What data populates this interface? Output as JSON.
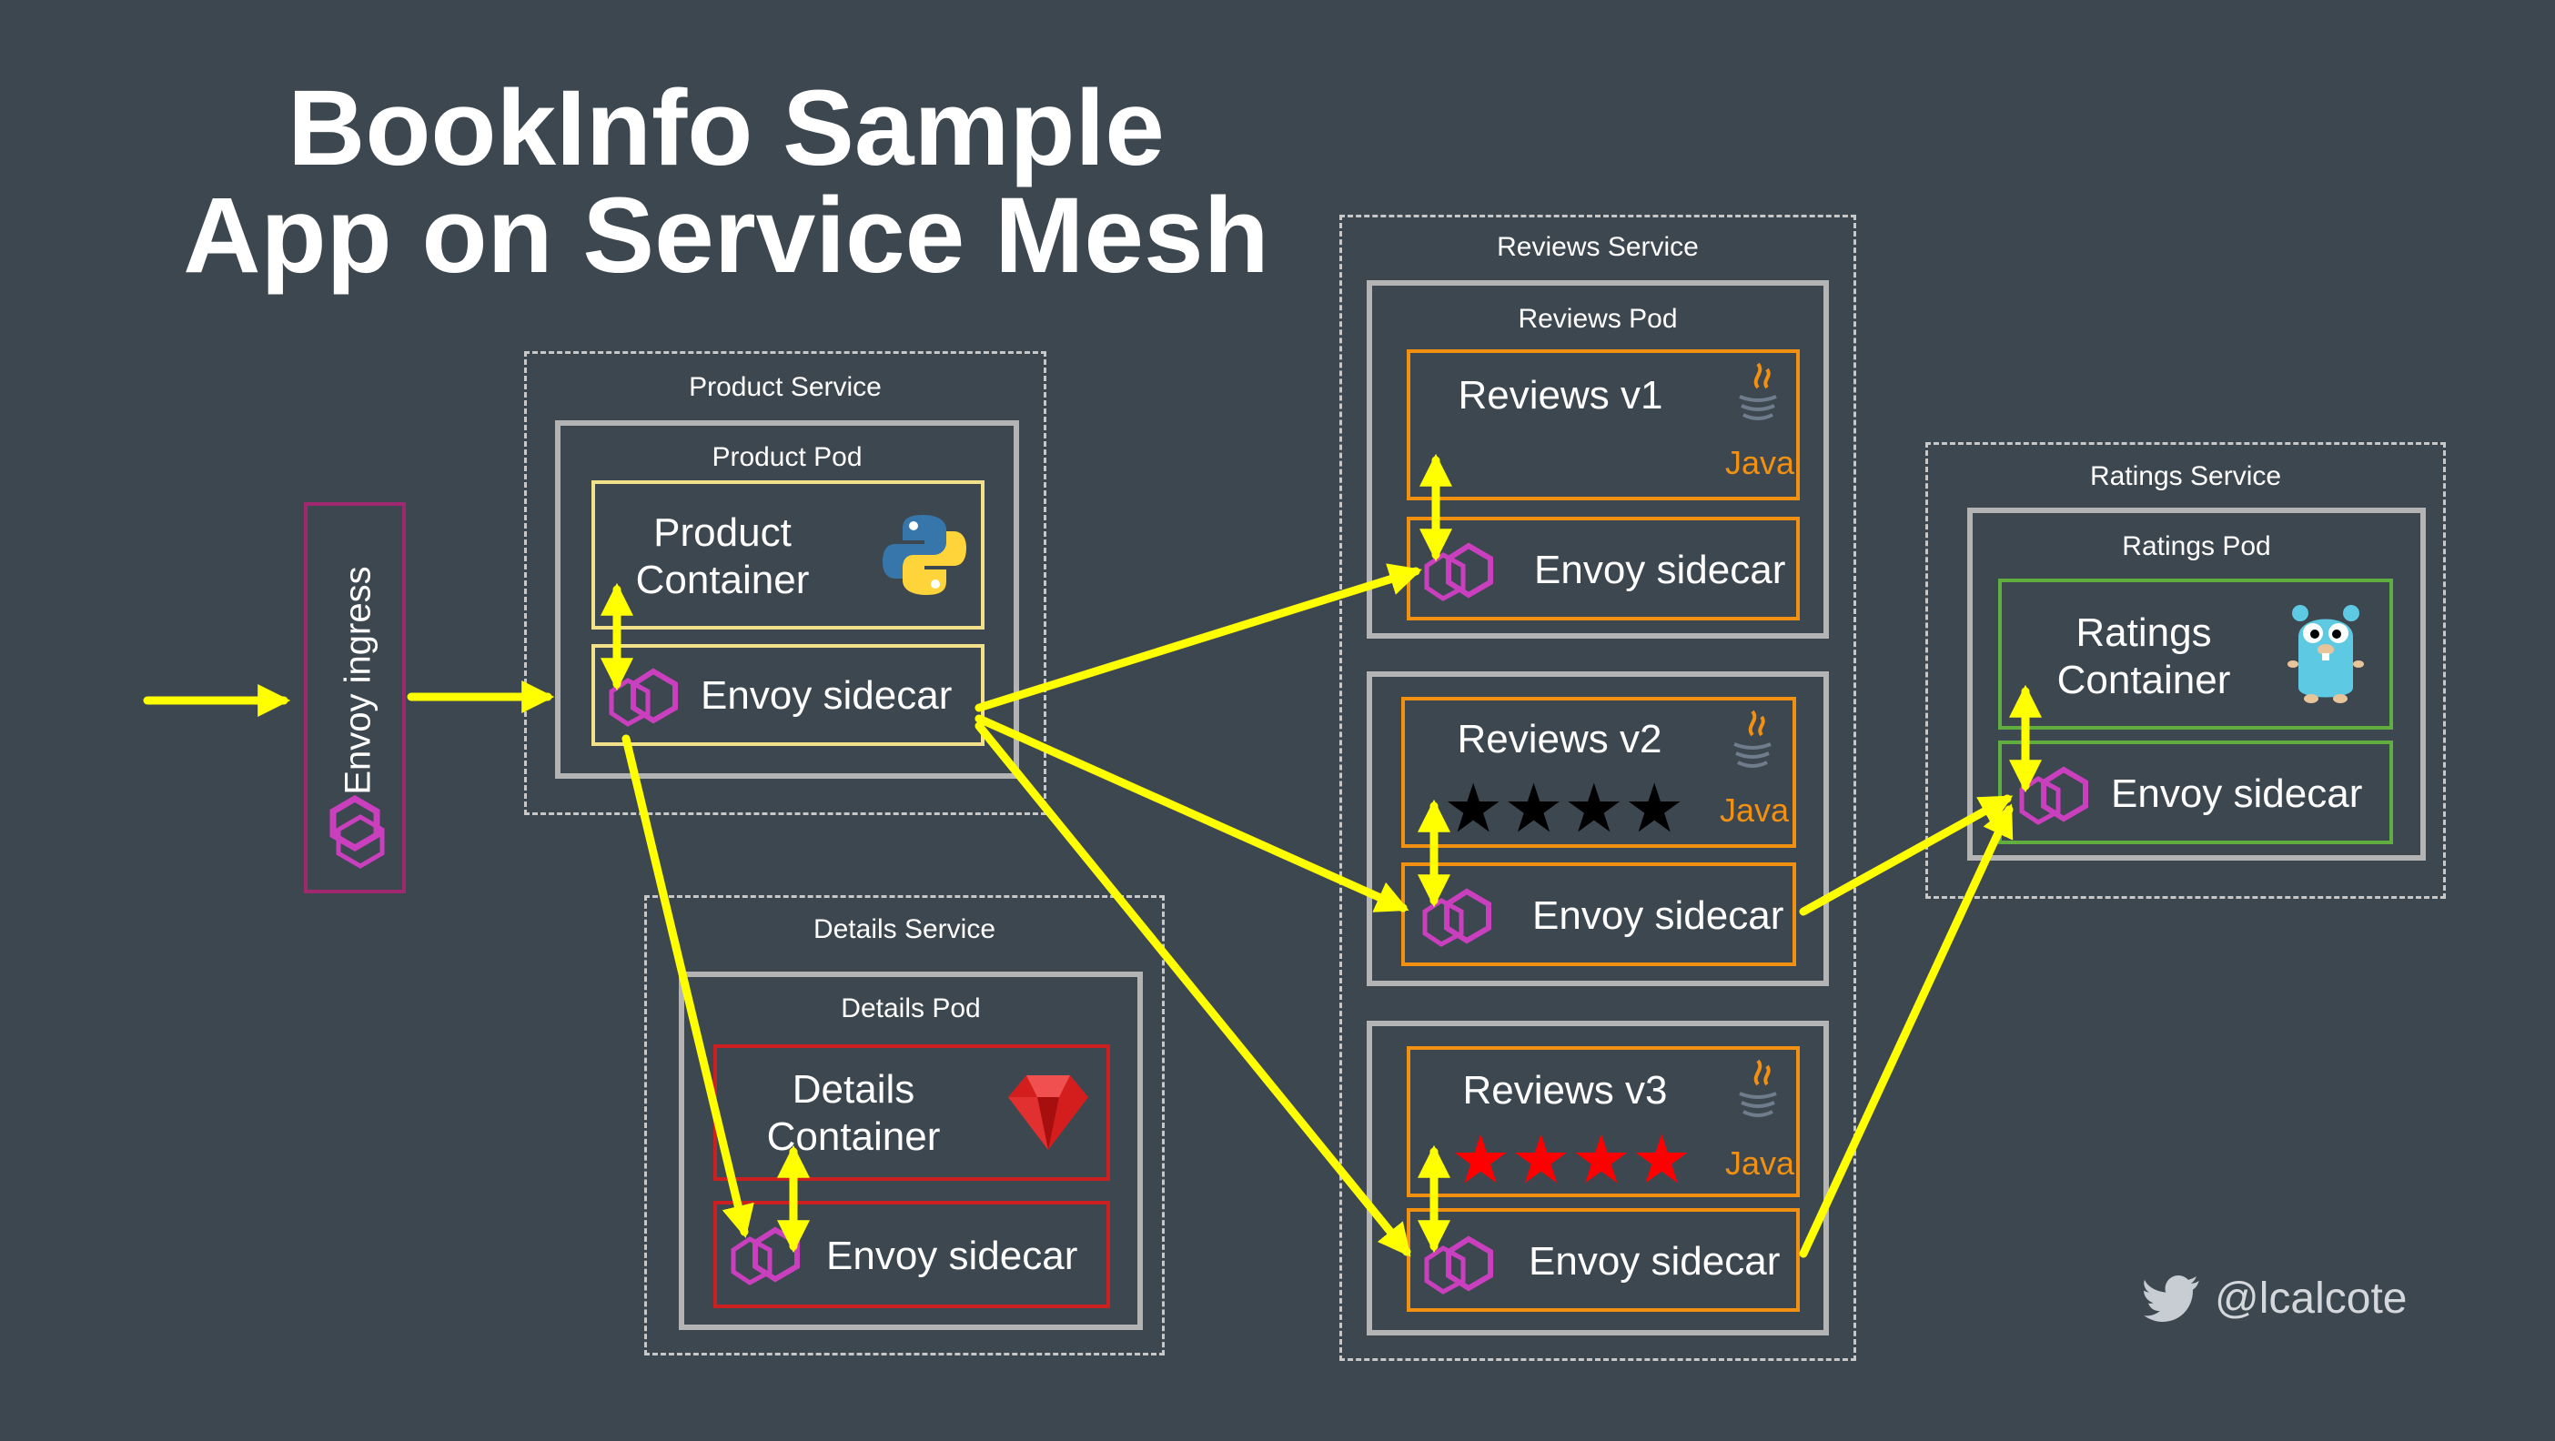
{
  "title": {
    "line1": "BookInfo Sample",
    "line2": "App on Service Mesh"
  },
  "ingress": {
    "label": "Envoy ingress"
  },
  "product": {
    "service_label": "Product Service",
    "pod_label": "Product Pod",
    "container_line1": "Product",
    "container_line2": "Container",
    "sidecar_label": "Envoy sidecar"
  },
  "details": {
    "service_label": "Details Service",
    "pod_label": "Details Pod",
    "container_line1": "Details",
    "container_line2": "Container",
    "sidecar_label": "Envoy sidecar"
  },
  "reviews": {
    "service_label": "Reviews Service",
    "pod_label": "Reviews Pod",
    "v1": {
      "label": "Reviews v1",
      "lang": "Java",
      "sidecar_label": "Envoy sidecar"
    },
    "v2": {
      "label": "Reviews v2",
      "lang": "Java",
      "sidecar_label": "Envoy sidecar",
      "stars": "★★★★"
    },
    "v3": {
      "label": "Reviews v3",
      "lang": "Java",
      "sidecar_label": "Envoy sidecar",
      "stars": "★★★★"
    }
  },
  "ratings": {
    "service_label": "Ratings Service",
    "pod_label": "Ratings Pod",
    "container_line1": "Ratings",
    "container_line2": "Container",
    "sidecar_label": "Envoy sidecar"
  },
  "twitter_handle": "@lcalcote",
  "icons": {
    "envoy": "envoy-icon",
    "python": "python-icon",
    "ruby": "ruby-icon",
    "java": "java-icon",
    "gopher": "gopher-icon",
    "twitter": "twitter-icon"
  },
  "colors": {
    "background": "#3d4750",
    "arrow": "#ffff00",
    "product_container": "#f3e08a",
    "details_container": "#cc1f1f",
    "reviews_container": "#f29111",
    "ratings_container": "#5fae3f",
    "ingress_border": "#a0286e",
    "envoy_icon": "#c93fbd",
    "star_v2": "#000000",
    "star_v3": "#ff0000"
  }
}
